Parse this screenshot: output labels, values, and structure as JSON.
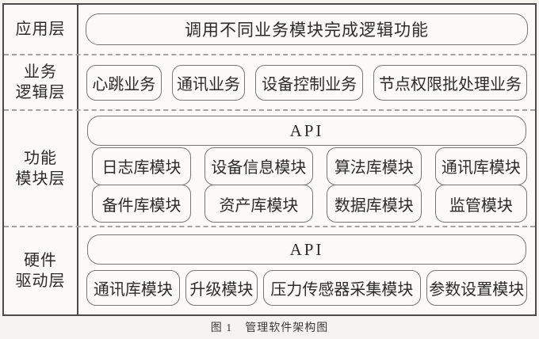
{
  "figure": {
    "caption_label": "图 1",
    "caption_title": "管理软件架构图"
  },
  "layers": [
    {
      "name": "application-layer",
      "label": [
        "应用层"
      ],
      "wide_box": "调用不同业务模块完成逻辑功能"
    },
    {
      "name": "business-logic-layer",
      "label": [
        "业务",
        "逻辑层"
      ],
      "boxes": [
        "心跳业务",
        "通讯业务",
        "设备控制业务",
        "节点权限批处理业务"
      ]
    },
    {
      "name": "function-module-layer",
      "label": [
        "功能",
        "模块层"
      ],
      "api": "API",
      "rows": [
        [
          "日志库模块",
          "设备信息模块",
          "算法库模块",
          "通讯库模块"
        ],
        [
          "备件库模块",
          "资产库模块",
          "数据库模块",
          "监管模块"
        ]
      ]
    },
    {
      "name": "hardware-driver-layer",
      "label": [
        "硬件",
        "驱动层"
      ],
      "api": "API",
      "boxes": [
        "通讯库模块",
        "升级模块",
        "压力传感器采集模块",
        "参数设置模块"
      ]
    }
  ],
  "colors": {
    "outer_border": "#4b4b4b",
    "pill_border": "#757575",
    "dashed_divider": "#a3a3a3",
    "text": "#2b2b2b",
    "background": "#f4f3f0",
    "panel_background": "#fbfaf8"
  }
}
